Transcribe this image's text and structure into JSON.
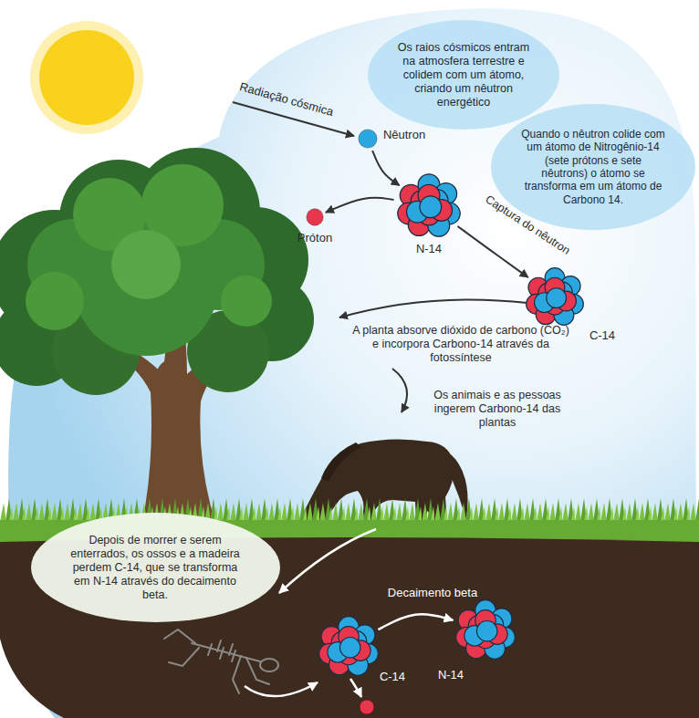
{
  "diagram": {
    "nodes": [
      {
        "text": [
          "Os raios cósmicos entram na atmosfera terrestre e colidem com um átomo, criando um nêutron energético"
        ]
      },
      {
        "text": [
          "Nêutron"
        ]
      },
      {
        "text": [
          "Quando o nêutron colide com um átomo de Nitrogênio-14 (sete prótons e sete nêutrons) o átomo se transforma em um átomo de Carbono 14."
        ]
      },
      {
        "text": [
          "N-14"
        ]
      },
      {
        "text": [
          "Próton"
        ]
      },
      {
        "text": [
          "C-14"
        ]
      },
      {
        "text": [
          "Depois de morrer e serem enterrados, os ossos e a madeira perdem C-14, que se transforma em N-14 através do decaimento beta."
        ]
      },
      {
        "text": [
          "C-14"
        ]
      },
      {
        "text": [
          "N-14"
        ]
      }
    ],
    "edges": [
      {
        "from": 1,
        "to": 3,
        "arrow": "to"
      },
      {
        "from": 3,
        "to": 4,
        "arrow": "to"
      },
      {
        "from": 3,
        "to": 5,
        "label": "Captura do nêutron",
        "arrow": "to"
      },
      {
        "from": 7,
        "to": 8,
        "label": "Decaimento beta",
        "arrow": "to"
      }
    ],
    "labels": [
      "Radiação cósmica",
      "A planta absorve dióxido de carbono (CO₂) e incorpora Carbono-14 através da fotossíntese",
      "Os animais e as pessoas ingerem Carbono-14 das plantas"
    ]
  }
}
